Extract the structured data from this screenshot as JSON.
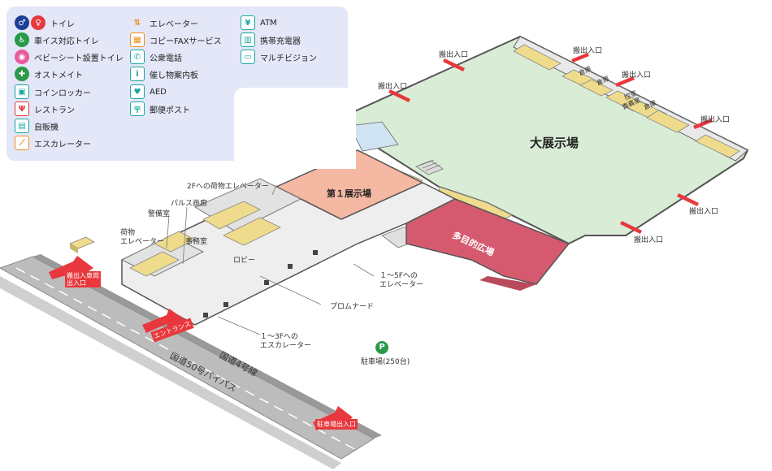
{
  "legend": {
    "items": [
      {
        "id": "toilet",
        "label": "トイレ",
        "icon": "restroom-icon",
        "color": "#1b3f94"
      },
      {
        "id": "wheelchair",
        "label": "車イス対応トイレ",
        "icon": "wheelchair-icon",
        "color": "#2a9a48"
      },
      {
        "id": "baby",
        "label": "ベビーシート設置トイレ",
        "icon": "baby-sheet-icon",
        "color": "#e85b9b"
      },
      {
        "id": "ostomate",
        "label": "オストメイト",
        "icon": "ostomate-icon",
        "color": "#2a9a48"
      },
      {
        "id": "locker",
        "label": "コインロッカー",
        "icon": "locker-icon",
        "color": "#1aa7a0"
      },
      {
        "id": "restaurant",
        "label": "レストラン",
        "icon": "restaurant-icon",
        "color": "#e8383d"
      },
      {
        "id": "vending",
        "label": "自販機",
        "icon": "vending-icon",
        "color": "#1aa7a0"
      },
      {
        "id": "escalator",
        "label": "エスカレーター",
        "icon": "escalator-icon",
        "color": "#f08c1e"
      },
      {
        "id": "elevator",
        "label": "エレベーター",
        "icon": "elevator-icon",
        "color": "#f08c1e"
      },
      {
        "id": "copyfax",
        "label": "コピーFAXサービス",
        "icon": "copy-fax-icon",
        "color": "#1aa7a0"
      },
      {
        "id": "phone",
        "label": "公衆電話",
        "icon": "phone-icon",
        "color": "#1aa7a0"
      },
      {
        "id": "info",
        "label": "催し物案内板",
        "icon": "event-board-icon",
        "color": "#1aa7a0"
      },
      {
        "id": "aed",
        "label": "AED",
        "icon": "aed-icon",
        "color": "#1aa7a0"
      },
      {
        "id": "post",
        "label": "郵便ポスト",
        "icon": "postbox-icon",
        "color": "#1aa7a0"
      },
      {
        "id": "atm",
        "label": "ATM",
        "icon": "atm-icon",
        "color": "#1aa7a0"
      },
      {
        "id": "charger",
        "label": "携帯充電器",
        "icon": "charger-icon",
        "color": "#1aa7a0"
      },
      {
        "id": "vision",
        "label": "マルチビジョン",
        "icon": "multivision-icon",
        "color": "#1aa7a0"
      }
    ]
  },
  "map": {
    "halls": {
      "large": "大展示場",
      "first": "第１展示場",
      "plaza": "多目的広場"
    },
    "labels": {
      "elev_2f": "2Fへの荷物エレベーター",
      "guard": "警備室",
      "pulse": "パルス画廊",
      "cargo_elev": "荷物\nエレベーター",
      "office": "事務室",
      "lobby": "ロビー",
      "promenade": "プロムナード",
      "elev_1_5f": "１～5Fへの\nエレベーター",
      "esc_1_3f": "１～3Fへの\nエスカレーター",
      "parking": "駐車場(250台)",
      "parking_sign": "P",
      "entrance": "エントランス",
      "carry_in_out": "搬出入口",
      "carry_in_out_vehicle": "搬出入車両\n出入口",
      "parking_entrance": "駐車場出入口",
      "storage": "倉庫",
      "waiting": "控室",
      "auxiliary": "貴賓室",
      "road_main": "国道4号線",
      "road_street": "国道50号バイパス"
    },
    "colors": {
      "large_hall": "#d8ecd6",
      "first_hall": "#f5b9a3",
      "plaza": "#d65a6f",
      "floor": "#f0f0f0",
      "storage": "#eedc8c",
      "walls": "#555555",
      "road": "#b0b0b0",
      "red_arrow": "#e8383d",
      "water": "#cfe3f2"
    }
  }
}
